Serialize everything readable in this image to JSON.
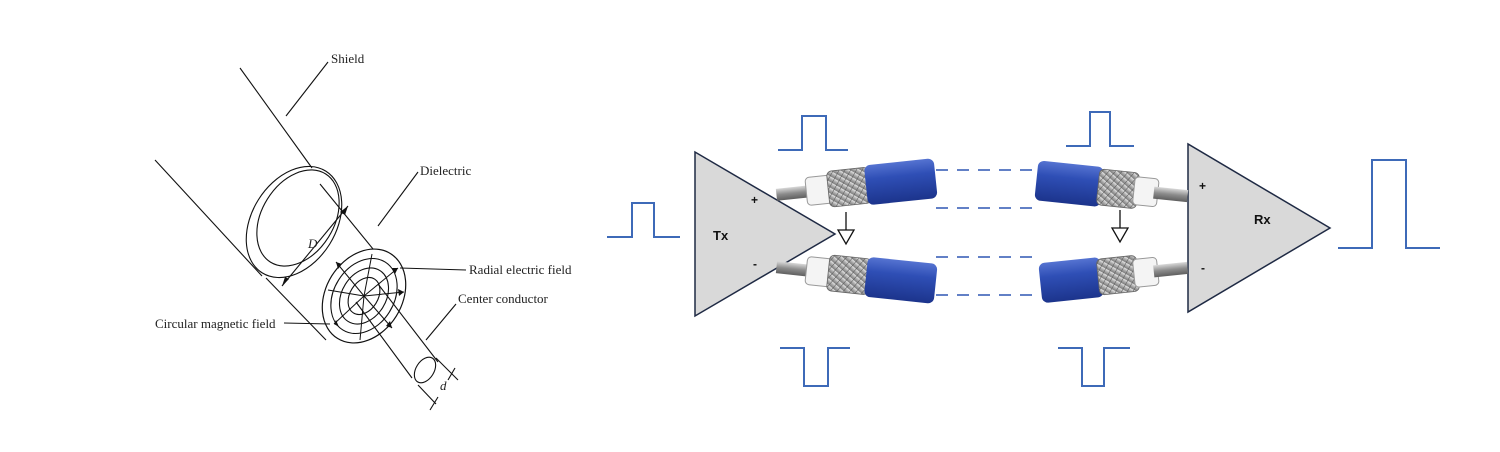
{
  "coax_labels": {
    "shield": "Shield",
    "dielectric": "Dielectric",
    "radial_field": "Radial electric field",
    "center_conductor": "Center conductor",
    "magnetic_field": "Circular magnetic field",
    "outer_diameter": "D",
    "inner_diameter": "d"
  },
  "differential_link": {
    "transmitter": {
      "label": "Tx",
      "plus": "+",
      "minus": "-"
    },
    "receiver": {
      "label": "Rx",
      "plus": "+",
      "minus": "-"
    }
  },
  "colors": {
    "pulse": "#3e6ab8",
    "cable_jacket": "#2b4bb0",
    "amp_fill": "#d9d9d9",
    "amp_stroke": "#1f2a44",
    "dashed": "#2f57b3"
  },
  "icons": [
    "ground-icon",
    "ground-icon"
  ]
}
